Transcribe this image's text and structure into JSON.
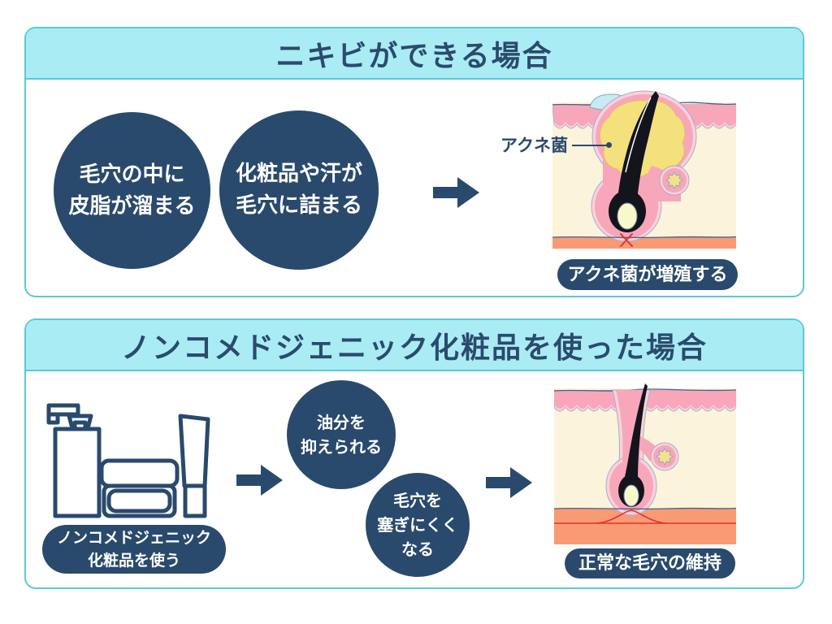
{
  "colors": {
    "navy": "#294A6D",
    "header_bg": "#A9ECF4",
    "panel_border": "#5BC8D7",
    "title_text": "#2B4A6E",
    "skin_pink": "#F8A6BA",
    "skin_pink_light": "#FBD0DB",
    "skin_cream": "#FBF3DB",
    "skin_orange": "#F89B75",
    "sebum_yellow": "#F5E07E",
    "debris_blue": "#C9E9F3",
    "debris_tan": "#D6B77D",
    "alert_red": "#E53030"
  },
  "panel_acne": {
    "title": "ニキビができる場合",
    "cause_circle_1": {
      "line1": "毛穴の中に",
      "line2": "皮脂が溜まる"
    },
    "cause_circle_2": {
      "line1": "化粧品や汗が",
      "line2": "毛穴に詰まる"
    },
    "bacteria_label": "アクネ菌",
    "result_badge": "アクネ菌が増殖する"
  },
  "panel_noncomedogenic": {
    "title": "ノンコメドジェニック化粧品を使った場合",
    "products_badge": {
      "line1": "ノンコメドジェニック",
      "line2": "化粧品を使う"
    },
    "effect_circle_1": {
      "line1": "油分を",
      "line2": "抑えられる"
    },
    "effect_circle_2": {
      "line1": "毛穴を",
      "line2": "塞ぎにくく",
      "line3": "なる"
    },
    "result_badge": "正常な毛穴の維持"
  },
  "icons": {
    "flow_arrow": "arrow-right",
    "products": [
      "pump-bottle",
      "cream-jar",
      "cosmetic-tube"
    ]
  }
}
